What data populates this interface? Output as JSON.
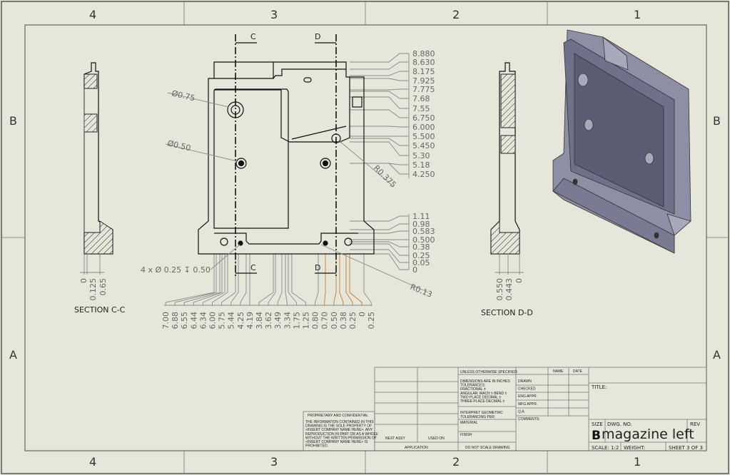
{
  "zones": {
    "top": [
      "4",
      "3",
      "2",
      "1"
    ],
    "bottom": [
      "4",
      "3",
      "2",
      "1"
    ],
    "left": [
      "B",
      "A"
    ],
    "right": [
      "B",
      "A"
    ]
  },
  "main_view": {
    "section_marks": {
      "c_top": "C",
      "d_top": "D",
      "c_bottom": "C",
      "d_bottom": "D"
    },
    "callouts": {
      "dia_075": "Ø0.75",
      "dia_050": "Ø0.50",
      "r0375": "R0.375",
      "hole_note": "4 x  Ø 0.25 ↧ 0.50",
      "r013": "R0.13"
    },
    "vertical_dims": [
      "8.880",
      "8.630",
      "8.175",
      "7.925",
      "7.775",
      "7.68",
      "7.55",
      "6.750",
      "6.000",
      "5.500",
      "5.450",
      "5.30",
      "5.18",
      "4.250",
      "1.11",
      "0.98",
      "0.583",
      "0.500",
      "0.38",
      "0.25",
      "0.05",
      "0"
    ],
    "horizontal_dims": [
      "7.00",
      "6.88",
      "6.55",
      "6.44",
      "6.34",
      "6.00",
      "5.75",
      "5.44",
      "4.25",
      "4.19",
      "3.84",
      "3.62",
      "3.49",
      "3.34",
      "1.75",
      "1.25",
      "0.80",
      "0.70",
      "0.50",
      "0.38",
      "0.25",
      "0",
      "0.25"
    ]
  },
  "section_cc": {
    "label": "SECTION C-C",
    "dims": [
      "0",
      "0.125",
      "0.65"
    ]
  },
  "section_dd": {
    "label": "SECTION D-D",
    "dims": [
      "0.550",
      "0.443",
      "0"
    ]
  },
  "colors": {
    "background": "#e6e6da",
    "line": "#111111",
    "dimension": "#8a8a8a",
    "model": "#8e8ea4"
  },
  "title_block": {
    "unless": "UNLESS OTHERWISE SPECIFIED:",
    "spec_lines": [
      "DIMENSIONS ARE IN INCHES",
      "TOLERANCES:",
      "FRACTIONAL ±",
      "ANGULAR: MACH ±  BEND ±",
      "TWO PLACE DECIMAL  ±",
      "THREE PLACE DECIMAL  ±"
    ],
    "interpret": [
      "INTERPRET GEOMETRIC",
      "TOLERANCING PER:"
    ],
    "material": "MATERIAL",
    "finish": "FINISH",
    "do_not_scale": "DO NOT SCALE DRAWING",
    "name_header": "NAME",
    "date_header": "DATE",
    "roles": [
      "DRAWN",
      "CHECKED",
      "ENG APPR.",
      "MFG APPR.",
      "Q.A.",
      "COMMENTS:"
    ],
    "proprietary_title": "PROPRIETARY AND CONFIDENTIAL",
    "proprietary_text": [
      "THE INFORMATION CONTAINED IN THIS",
      "DRAWING IS THE SOLE PROPERTY OF",
      "<INSERT COMPANY NAME HERE>. ANY",
      "REPRODUCTION IN PART OR AS A WHOLE",
      "WITHOUT THE WRITTEN PERMISSION OF",
      "<INSERT COMPANY NAME HERE> IS",
      "PROHIBITED."
    ],
    "next_assy": "NEXT ASSY",
    "used_on": "USED ON",
    "application": "APPLICATION",
    "title_label": "TITLE:",
    "size_label": "SIZE",
    "dwg_no_label": "DWG.  NO.",
    "rev_label": "REV",
    "size": "B",
    "dwg_no": "magazine left",
    "scale": "SCALE: 1:2",
    "weight": "WEIGHT:",
    "sheet": "SHEET 3 OF 3"
  }
}
